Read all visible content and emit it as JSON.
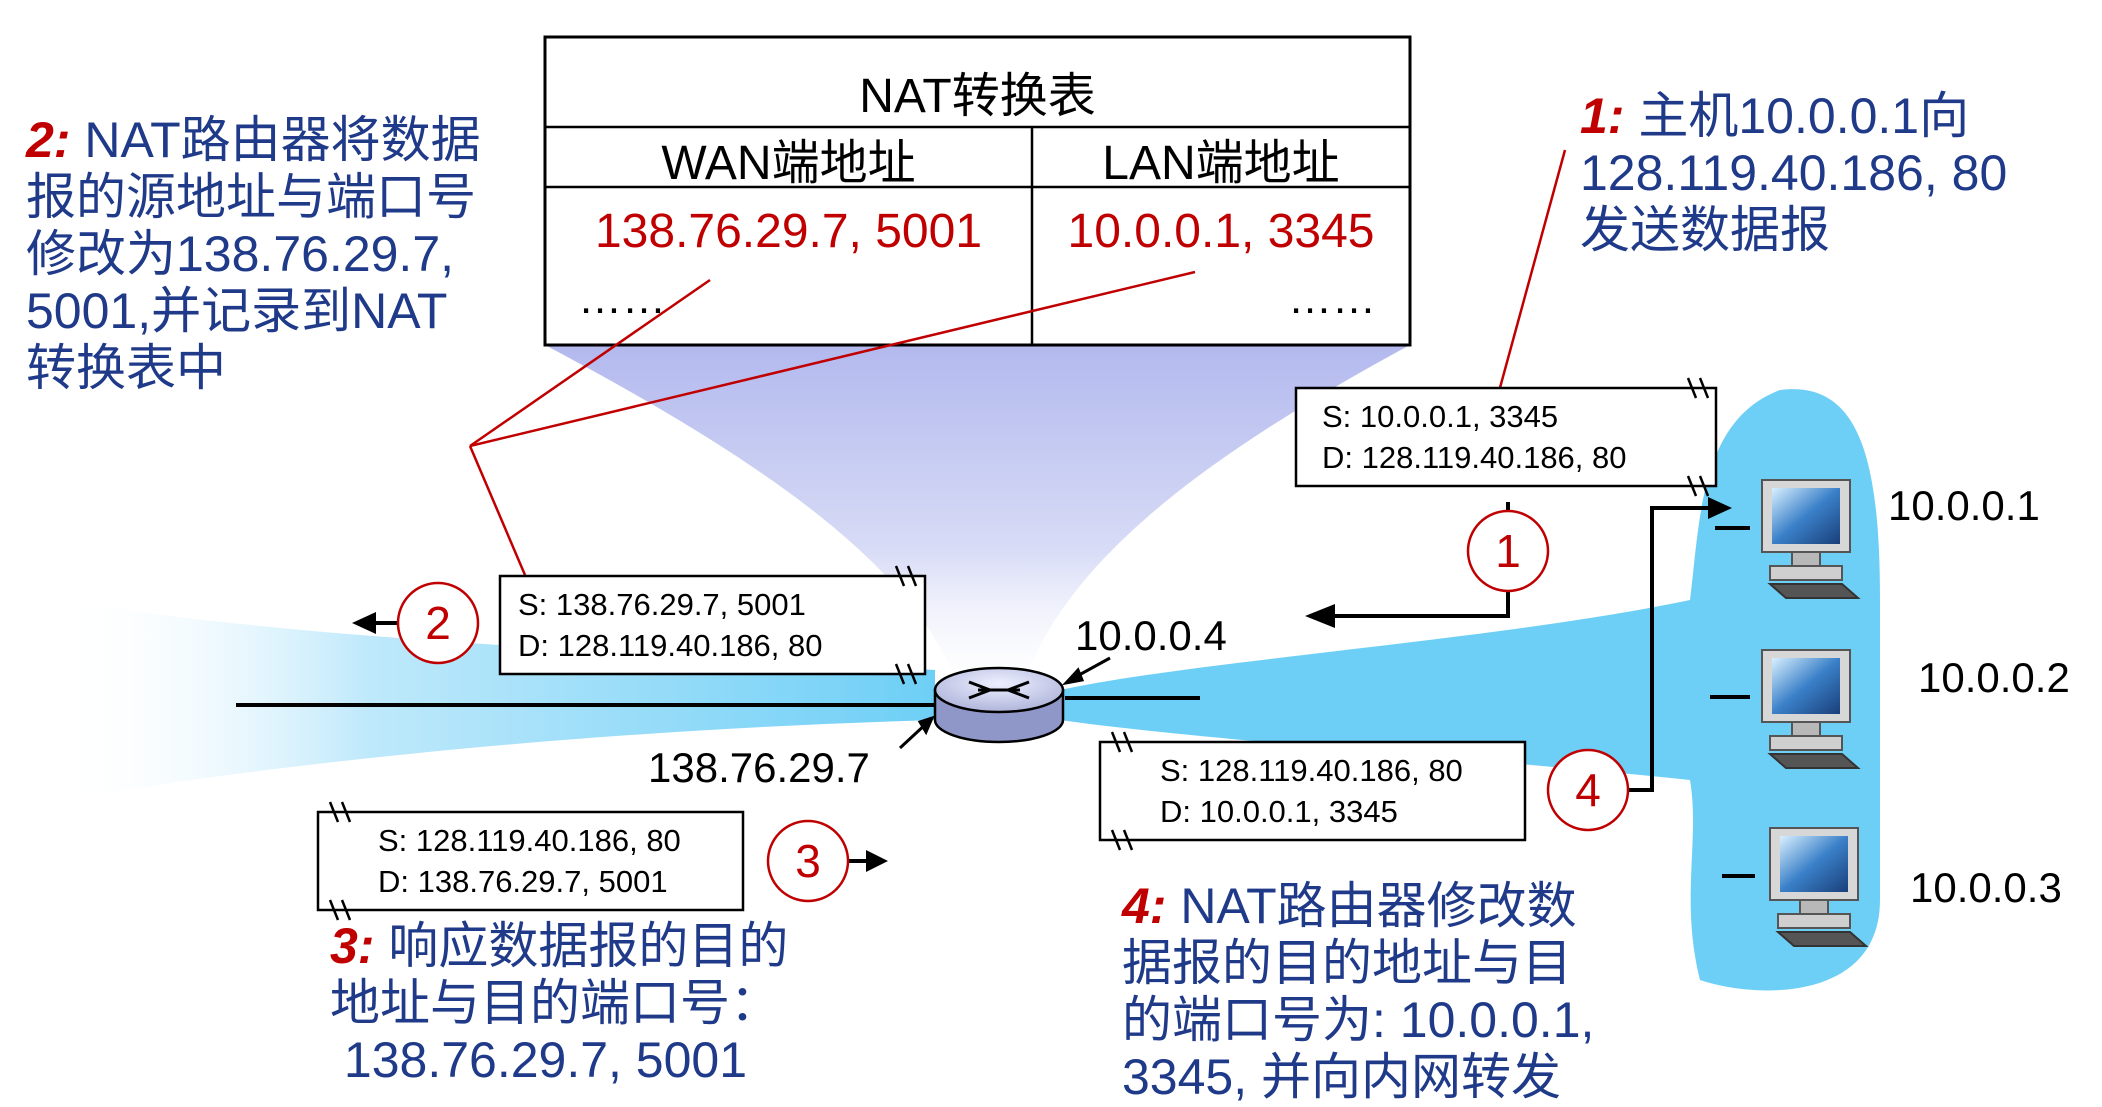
{
  "nat_table": {
    "title": "NAT转换表",
    "wan_header": "WAN端地址",
    "lan_header": "LAN端地址",
    "wan_entry": "138.76.29.7, 5001",
    "lan_entry": "10.0.0.1, 3345",
    "wan_more": "……",
    "lan_more": "……"
  },
  "annotations": {
    "a1": {
      "num": "1:",
      "lines": [
        "主机10.0.0.1向",
        "128.119.40.186, 80",
        "发送数据报"
      ]
    },
    "a2": {
      "num": "2:",
      "lines": [
        "NAT路由器将数据",
        "报的源地址与端口号",
        "修改为138.76.29.7,",
        "5001,并记录到NAT",
        "转换表中"
      ]
    },
    "a3": {
      "num": "3:",
      "lines": [
        "响应数据报的目的",
        "地址与目的端口号：",
        " 138.76.29.7, 5001"
      ]
    },
    "a4": {
      "num": "4:",
      "lines": [
        "NAT路由器修改数",
        "据报的目的地址与目",
        "的端口号为: 10.0.0.1,",
        "3345, 并向内网转发"
      ]
    }
  },
  "packets": {
    "p1": {
      "src": "S: 10.0.0.1, 3345",
      "dst": "D: 128.119.40.186, 80"
    },
    "p2": {
      "src": "S: 138.76.29.7, 5001",
      "dst": "D: 128.119.40.186, 80"
    },
    "p3": {
      "src": "S: 128.119.40.186, 80",
      "dst": "D: 138.76.29.7, 5001"
    },
    "p4": {
      "src": "S: 128.119.40.186, 80",
      "dst": "D: 10.0.0.1, 3345"
    }
  },
  "steps": [
    "1",
    "2",
    "3",
    "4"
  ],
  "addresses": {
    "router_lan": "10.0.0.4",
    "router_wan": "138.76.29.7",
    "host1": "10.0.0.1",
    "host2": "10.0.0.2",
    "host3": "10.0.0.3"
  },
  "colors": {
    "accent_red": "#c00000",
    "annotation_blue": "#203a8a",
    "lan_cloud": "#6ecff6",
    "beam": "#bcc4f0"
  },
  "icons": [
    "router-icon",
    "desktop-computer-icon"
  ]
}
